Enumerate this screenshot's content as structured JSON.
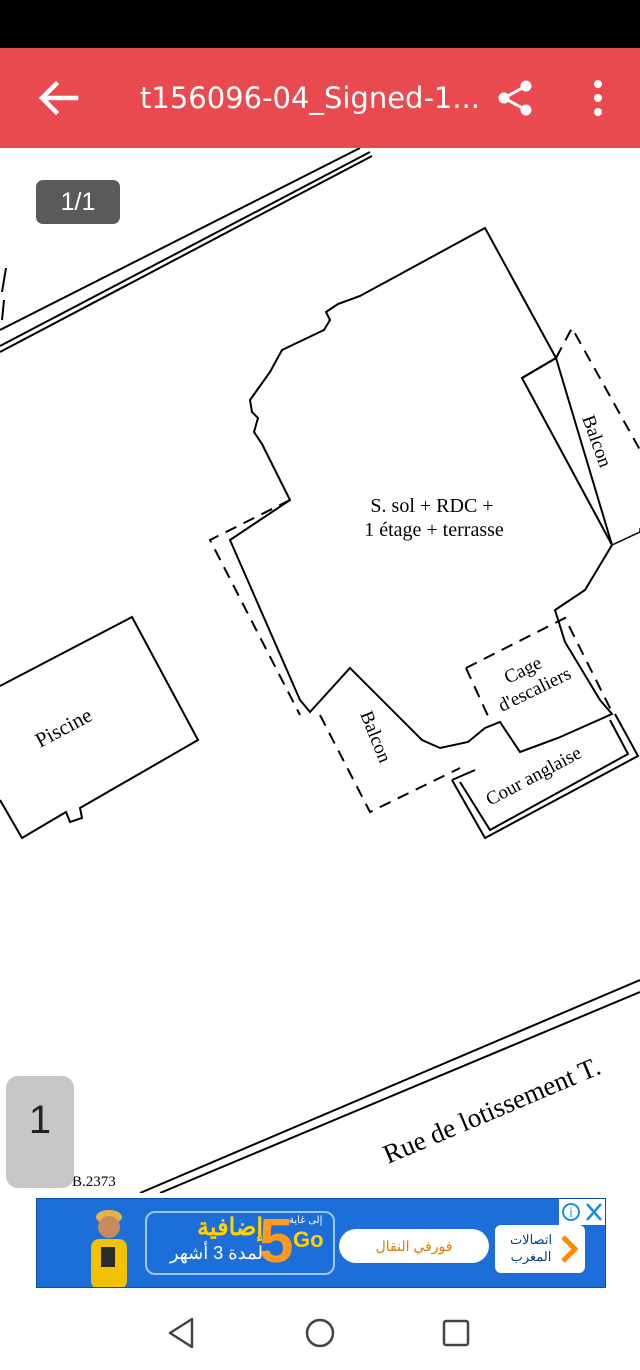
{
  "app": {
    "title": "t156096-04_Signed-1...",
    "page_indicator": "1/1",
    "thumbnail_page": "1"
  },
  "plan": {
    "building_label_line1": "S. sol + RDC +",
    "building_label_line2": "1 étage + terrasse",
    "balcon_right": "Balcon",
    "balcon_left": "Balcon",
    "cage_line1": "Cage",
    "cage_line2": "d'escaliers",
    "cour": "Cour  anglaise",
    "piscine": "Piscine",
    "street": "Rue de lotissement  T. ",
    "parcel_ref": "B.2373"
  },
  "ad": {
    "logo": "اتصالات المغرب",
    "pill": "فورفي النقال",
    "big_number": "5",
    "go": "Go",
    "headline": "إضافية",
    "subline": "لمدة 3 أشهر",
    "small": "إلى غاية"
  },
  "colors": {
    "accent": "#e84a4f",
    "ad_blue": "#1c6fd8"
  },
  "icons": {
    "back": "arrow-left-icon",
    "share": "share-icon",
    "more": "more-vert-icon",
    "nav_back": "triangle-back-icon",
    "nav_home": "circle-home-icon",
    "nav_recents": "square-recents-icon"
  }
}
